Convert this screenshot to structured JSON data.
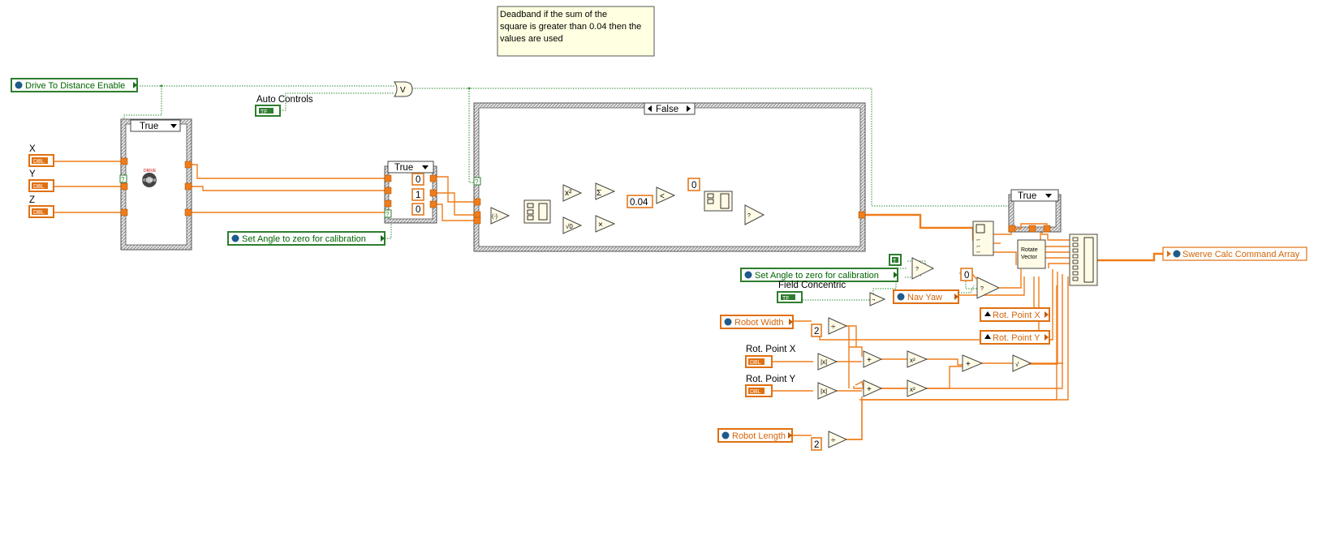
{
  "comment": {
    "line1": "Deadband if the sum of the",
    "line2": "square is greater than 0.04 then the",
    "line3": "values are used"
  },
  "controls": {
    "drive_to_distance_enable": "Drive To Distance Enable",
    "auto_controls": "Auto Controls",
    "tf": "TF",
    "x_label": "X",
    "y_label": "Y",
    "z_label": "Z",
    "dbl": "DBL",
    "set_angle_zero_1": "Set Angle to zero for calibration",
    "set_angle_zero_2": "Set Angle to zero for calibration",
    "field_concentric": "Field Concentric",
    "nav_yaw": "Nav Yaw",
    "robot_width": "Robot Width",
    "rot_point_x_label": "Rot. Point X",
    "rot_point_y_label": "Rot. Point Y",
    "robot_length": "Robot Length",
    "rot_point_x_local": "Rot. Point X",
    "rot_point_y_local": "Rot. Point Y",
    "swerve_calc_command_array": "Swerve Calc Command Array",
    "t_const": "T"
  },
  "case_structures": {
    "case1_selector": "True",
    "case2_selector": "True",
    "case3_selector": "False",
    "case4_selector": "True"
  },
  "constants": {
    "c0a": "0",
    "c1": "1",
    "c0b": "0",
    "deadband": "0.04",
    "c0c": "0",
    "c0d": "0",
    "two_a": "2",
    "two_b": "2"
  },
  "nodes": {
    "rotate_vector_line1": "Rotate",
    "rotate_vector_line2": "Vector",
    "drive_icon_line1": "DRIVE",
    "drive_icon_line2": "DISTANCE",
    "or_symbol": "V",
    "sum_symbol": "Σ",
    "lt_symbol": "<",
    "square_symbol": "x²",
    "mult_symbol": "×",
    "divide_symbol": "÷",
    "add_symbol": "+",
    "abs_symbol": "|x|",
    "sqrt_symbol": "√",
    "not_symbol": "¬",
    "q_symbol": "?"
  },
  "colors": {
    "orange_wire": "#f07d1a",
    "green_wire": "#2f8a2f",
    "comment_bg": "#ffffe1"
  }
}
